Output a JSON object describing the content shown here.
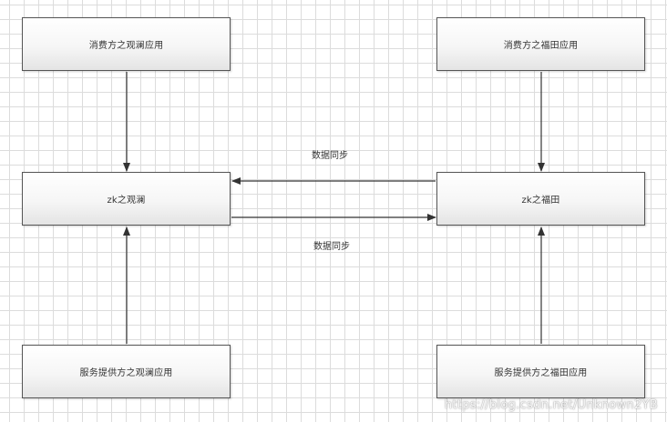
{
  "nodes": {
    "consumer_guanlan": "消费方之观澜应用",
    "consumer_futian": "消费方之福田应用",
    "zk_guanlan": "zk之观澜",
    "zk_futian": "zk之福田",
    "provider_guanlan": "服务提供方之观澜应用",
    "provider_futian": "服务提供方之福田应用"
  },
  "edges": {
    "sync_top_label": "数据同步",
    "sync_bottom_label": "数据同步"
  },
  "watermark": "https://blog.csdn.net/Unknown2YB",
  "colors": {
    "grid": "#dcdcdc",
    "line": "#333333",
    "box_border": "#555555"
  }
}
